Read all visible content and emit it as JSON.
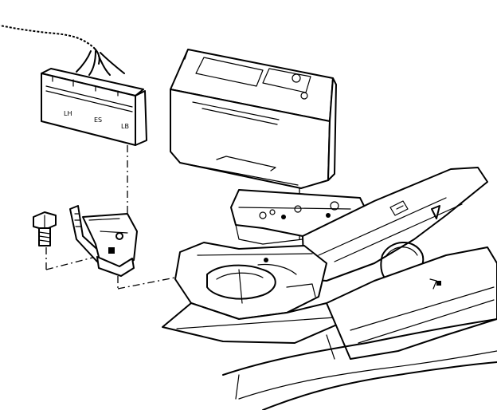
{
  "figure": {
    "connector_markings": [
      "LH",
      "ES",
      "LB"
    ]
  }
}
